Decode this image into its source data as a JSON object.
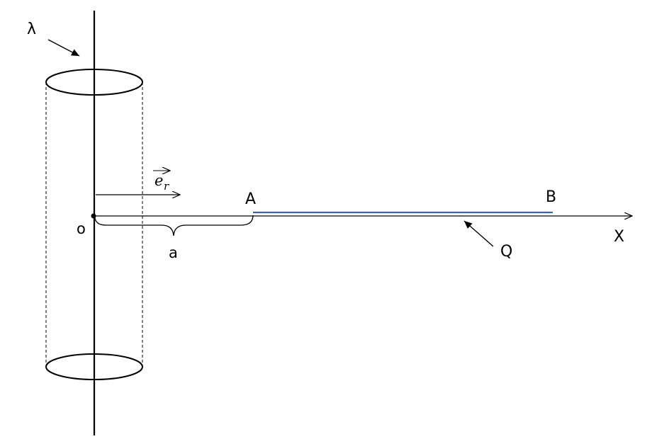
{
  "labels": {
    "lambda": "λ",
    "origin": "o",
    "distance": "a",
    "point_a": "A",
    "point_b": "B",
    "x_axis": "X",
    "charge": "Q",
    "unit_vector_base": "e",
    "unit_vector_sub": "r"
  },
  "colors": {
    "ink": "#000000",
    "rod": "#3a62b8",
    "background": "#ffffff"
  }
}
